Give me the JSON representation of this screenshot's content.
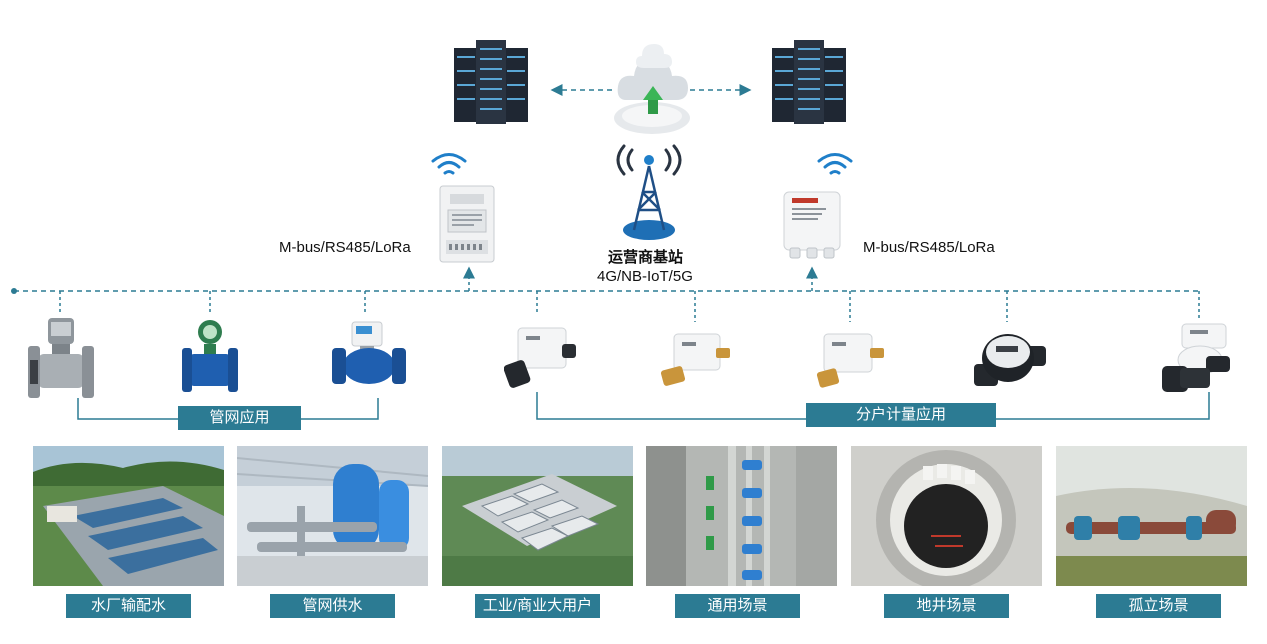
{
  "top": {
    "server_left_icon": "server-rack-icon",
    "server_right_icon": "server-rack-icon",
    "cloud_icon": "cloud-upload-icon"
  },
  "gateway_left": {
    "protocol": "M-bus/RS485/LoRa",
    "icon": "collector-meter-icon"
  },
  "gateway_right": {
    "protocol": "M-bus/RS485/LoRa",
    "icon": "gateway-box-icon"
  },
  "base_station": {
    "name": "运营商基站",
    "network": "4G/NB-IoT/5G",
    "icon": "cell-tower-icon"
  },
  "groups": {
    "pipe_network": "管网应用",
    "household": "分户计量应用"
  },
  "devices": [
    "flange-flow-meter-icon",
    "electromagnetic-flowmeter-icon",
    "valve-meter-icon",
    "smart-water-meter-icon",
    "smart-water-meter-icon",
    "smart-water-meter-icon",
    "round-water-meter-icon",
    "ultrasonic-water-meter-icon"
  ],
  "scenes": [
    {
      "label": "水厂输配水"
    },
    {
      "label": "管网供水"
    },
    {
      "label": "工业/商业大用户"
    },
    {
      "label": "通用场景"
    },
    {
      "label": "地井场景"
    },
    {
      "label": "孤立场景"
    }
  ],
  "colors": {
    "accent": "#2c7b93",
    "dash": "#2c7b93"
  }
}
